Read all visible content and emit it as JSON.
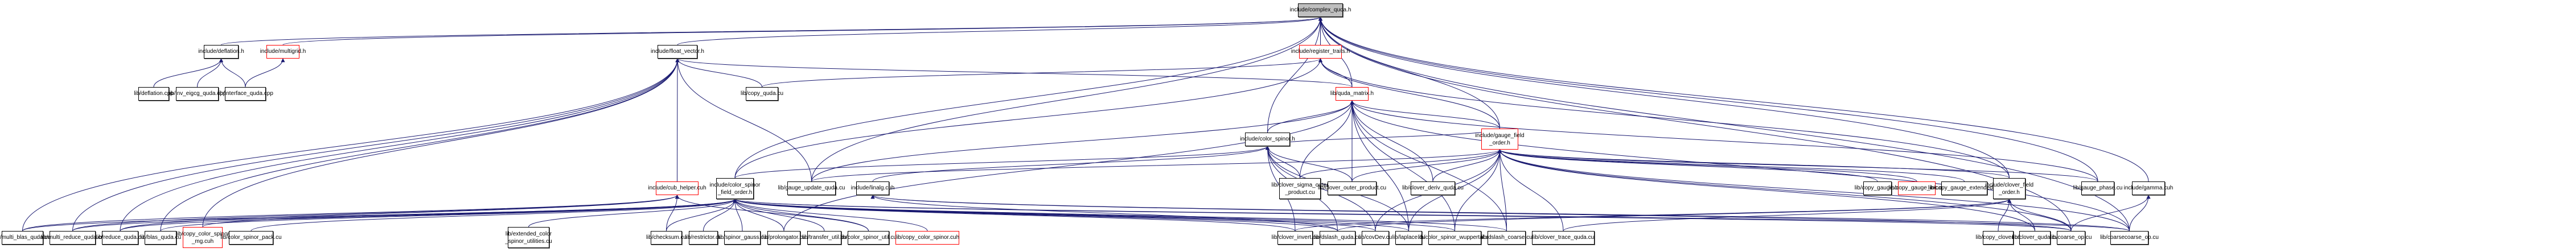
{
  "title": "include/complex_quda.h included-by graph",
  "colors": {
    "edge": "#191970",
    "root_fill": "#bfbfbf",
    "border": "#000000",
    "incomplete_border": "#ff0000"
  },
  "nodes": [
    {
      "id": "complex_quda",
      "label": "include/complex_quda.h",
      "style": "root"
    },
    {
      "id": "deflation_h",
      "label": "include/deflation.h",
      "style": "normal"
    },
    {
      "id": "multigrid_h",
      "label": "include/multigrid.h",
      "style": "red"
    },
    {
      "id": "float_vector_h",
      "label": "include/float_vector.h",
      "style": "normal"
    },
    {
      "id": "register_traits_h",
      "label": "include/register_traits.h",
      "style": "red"
    },
    {
      "id": "deflation_cpp",
      "label": "lib/deflation.cpp",
      "style": "normal"
    },
    {
      "id": "inv_eigcg_quda_cpp",
      "label": "lib/inv_eigcg_quda.cpp",
      "style": "normal"
    },
    {
      "id": "interface_quda_cpp",
      "label": "lib/interface_quda.cpp",
      "style": "normal"
    },
    {
      "id": "copy_quda_cu",
      "label": "lib/copy_quda.cu",
      "style": "normal"
    },
    {
      "id": "quda_matrix_h",
      "label": "lib/quda_matrix.h",
      "style": "red"
    },
    {
      "id": "color_spinor_h",
      "label": "include/color_spinor.h",
      "style": "normal"
    },
    {
      "id": "gauge_field_order_h",
      "label": "include/gauge_field\n_order.h",
      "style": "red"
    },
    {
      "id": "cub_helper_cuh",
      "label": "include/cub_helper.cuh",
      "style": "red"
    },
    {
      "id": "color_spinor_field_order_h",
      "label": "include/color_spinor\n_field_order.h",
      "style": "normal"
    },
    {
      "id": "gauge_update_quda_cu",
      "label": "lib/gauge_update_quda.cu",
      "style": "normal"
    },
    {
      "id": "linalg_cuh",
      "label": "include/linalg.cuh",
      "style": "normal"
    },
    {
      "id": "clover_sigma_outer_product_cu",
      "label": "lib/clover_sigma_outer\n_product.cu",
      "style": "normal"
    },
    {
      "id": "clover_outer_product_cu",
      "label": "lib/clover_outer_product.cu",
      "style": "normal"
    },
    {
      "id": "clover_deriv_quda_cu",
      "label": "lib/clover_deriv_quda.cu",
      "style": "normal"
    },
    {
      "id": "copy_gauge_cu",
      "label": "lib/copy_gauge.cu",
      "style": "normal"
    },
    {
      "id": "copy_gauge_inc_cu",
      "label": "lib/copy_gauge_inc.cu",
      "style": "red"
    },
    {
      "id": "copy_gauge_extended_cu",
      "label": "lib/copy_gauge_extended.cu",
      "style": "normal"
    },
    {
      "id": "clover_field_order_h",
      "label": "include/clover_field\n_order.h",
      "style": "normal"
    },
    {
      "id": "gauge_phase_cu",
      "label": "lib/gauge_phase.cu",
      "style": "normal"
    },
    {
      "id": "gamma_cuh",
      "label": "include/gamma.cuh",
      "style": "normal"
    },
    {
      "id": "multi_blas_quda_cu",
      "label": "lib/multi_blas_quda.cu",
      "style": "normal"
    },
    {
      "id": "multi_reduce_quda_cu",
      "label": "lib/multi_reduce_quda.cu",
      "style": "normal"
    },
    {
      "id": "reduce_quda_cu",
      "label": "lib/reduce_quda.cu",
      "style": "normal"
    },
    {
      "id": "blas_quda_cu",
      "label": "lib/blas_quda.cu",
      "style": "normal"
    },
    {
      "id": "copy_color_spinor_mg_cuh",
      "label": "lib/copy_color_spinor\n_mg.cuh",
      "style": "red"
    },
    {
      "id": "color_spinor_pack_cu",
      "label": "lib/color_spinor_pack.cu",
      "style": "normal"
    },
    {
      "id": "extended_color_spinor_utilities_cu",
      "label": "lib/extended_color\n_spinor_utilities.cu",
      "style": "normal"
    },
    {
      "id": "checksum_cu",
      "label": "lib/checksum.cu",
      "style": "normal"
    },
    {
      "id": "restrictor_cu",
      "label": "lib/restrictor.cu",
      "style": "normal"
    },
    {
      "id": "spinor_gauss_cu",
      "label": "lib/spinor_gauss.cu",
      "style": "normal"
    },
    {
      "id": "prolongator_cu",
      "label": "lib/prolongator.cu",
      "style": "normal"
    },
    {
      "id": "transfer_util_cu",
      "label": "lib/transfer_util.cu",
      "style": "normal"
    },
    {
      "id": "color_spinor_util_cu",
      "label": "lib/color_spinor_util.cu",
      "style": "normal"
    },
    {
      "id": "copy_color_spinor_cuh",
      "label": "lib/copy_color_spinor.cuh",
      "style": "red"
    },
    {
      "id": "clover_invert_cu",
      "label": "lib/clover_invert.cu",
      "style": "normal"
    },
    {
      "id": "dslash_quda_cu",
      "label": "lib/dslash_quda.cu",
      "style": "normal"
    },
    {
      "id": "covDev_cu",
      "label": "lib/covDev.cu",
      "style": "normal"
    },
    {
      "id": "laplace_cu",
      "label": "lib/laplace.cu",
      "style": "normal"
    },
    {
      "id": "color_spinor_wuppertal_cu",
      "label": "lib/color_spinor_wuppertal.cu",
      "style": "normal"
    },
    {
      "id": "dslash_coarse_cu",
      "label": "lib/dslash_coarse.cu",
      "style": "normal"
    },
    {
      "id": "clover_trace_quda_cu",
      "label": "lib/clover_trace_quda.cu",
      "style": "normal"
    },
    {
      "id": "copy_clover_cu",
      "label": "lib/copy_clover.cu",
      "style": "normal"
    },
    {
      "id": "clover_quda_cu",
      "label": "lib/clover_quda.cu",
      "style": "normal"
    },
    {
      "id": "coarse_op_cu",
      "label": "lib/coarse_op.cu",
      "style": "normal"
    },
    {
      "id": "coarsecoarse_op_cu",
      "label": "lib/coarsecoarse_op.cu",
      "style": "normal"
    }
  ],
  "edges": [
    [
      "deflation_h",
      "complex_quda"
    ],
    [
      "multigrid_h",
      "complex_quda"
    ],
    [
      "float_vector_h",
      "complex_quda"
    ],
    [
      "register_traits_h",
      "complex_quda"
    ],
    [
      "quda_matrix_h",
      "complex_quda"
    ],
    [
      "color_spinor_h",
      "complex_quda"
    ],
    [
      "gauge_field_order_h",
      "complex_quda"
    ],
    [
      "color_spinor_field_order_h",
      "complex_quda"
    ],
    [
      "gauge_update_quda_cu",
      "complex_quda"
    ],
    [
      "gauge_phase_cu",
      "complex_quda"
    ],
    [
      "gamma_cuh",
      "complex_quda"
    ],
    [
      "coarse_op_cu",
      "complex_quda"
    ],
    [
      "coarsecoarse_op_cu",
      "complex_quda"
    ],
    [
      "clover_field_order_h",
      "complex_quda"
    ],
    [
      "deflation_cpp",
      "deflation_h"
    ],
    [
      "inv_eigcg_quda_cpp",
      "deflation_h"
    ],
    [
      "interface_quda_cpp",
      "deflation_h"
    ],
    [
      "interface_quda_cpp",
      "multigrid_h"
    ],
    [
      "multi_blas_quda_cu",
      "float_vector_h"
    ],
    [
      "multi_reduce_quda_cu",
      "float_vector_h"
    ],
    [
      "reduce_quda_cu",
      "float_vector_h"
    ],
    [
      "blas_quda_cu",
      "float_vector_h"
    ],
    [
      "cub_helper_cuh",
      "float_vector_h"
    ],
    [
      "copy_quda_cu",
      "float_vector_h"
    ],
    [
      "gauge_update_quda_cu",
      "float_vector_h"
    ],
    [
      "quda_matrix_h",
      "float_vector_h"
    ],
    [
      "copy_color_spinor_mg_cuh",
      "float_vector_h"
    ],
    [
      "quda_matrix_h",
      "register_traits_h"
    ],
    [
      "gauge_field_order_h",
      "register_traits_h"
    ],
    [
      "color_spinor_field_order_h",
      "register_traits_h"
    ],
    [
      "clover_field_order_h",
      "register_traits_h"
    ],
    [
      "copy_quda_cu",
      "register_traits_h"
    ],
    [
      "color_spinor_h",
      "quda_matrix_h"
    ],
    [
      "gauge_field_order_h",
      "quda_matrix_h"
    ],
    [
      "clover_sigma_outer_product_cu",
      "quda_matrix_h"
    ],
    [
      "clover_outer_product_cu",
      "quda_matrix_h"
    ],
    [
      "clover_deriv_quda_cu",
      "quda_matrix_h"
    ],
    [
      "gauge_update_quda_cu",
      "quda_matrix_h"
    ],
    [
      "color_spinor_wuppertal_cu",
      "quda_matrix_h"
    ],
    [
      "laplace_cu",
      "quda_matrix_h"
    ],
    [
      "gauge_phase_cu",
      "quda_matrix_h"
    ],
    [
      "coarsecoarse_op_cu",
      "quda_matrix_h"
    ],
    [
      "dslash_coarse_cu",
      "quda_matrix_h"
    ],
    [
      "prolongator_cu",
      "quda_matrix_h"
    ],
    [
      "color_spinor_field_order_h",
      "color_spinor_h"
    ],
    [
      "linalg_cuh",
      "color_spinor_h"
    ],
    [
      "clover_sigma_outer_product_cu",
      "color_spinor_h"
    ],
    [
      "clover_outer_product_cu",
      "color_spinor_h"
    ],
    [
      "clover_invert_cu",
      "color_spinor_h"
    ],
    [
      "dslash_quda_cu",
      "color_spinor_h"
    ],
    [
      "covDev_cu",
      "color_spinor_h"
    ],
    [
      "laplace_cu",
      "color_spinor_h"
    ],
    [
      "gauge_field_order_h",
      "color_spinor_h"
    ],
    [
      "clover_sigma_outer_product_cu",
      "gauge_field_order_h"
    ],
    [
      "clover_outer_product_cu",
      "gauge_field_order_h"
    ],
    [
      "clover_deriv_quda_cu",
      "gauge_field_order_h"
    ],
    [
      "copy_gauge_cu",
      "gauge_field_order_h"
    ],
    [
      "copy_gauge_inc_cu",
      "gauge_field_order_h"
    ],
    [
      "copy_gauge_extended_cu",
      "gauge_field_order_h"
    ],
    [
      "clover_field_order_h",
      "gauge_field_order_h"
    ],
    [
      "gauge_phase_cu",
      "gauge_field_order_h"
    ],
    [
      "covDev_cu",
      "gauge_field_order_h"
    ],
    [
      "laplace_cu",
      "gauge_field_order_h"
    ],
    [
      "color_spinor_wuppertal_cu",
      "gauge_field_order_h"
    ],
    [
      "dslash_coarse_cu",
      "gauge_field_order_h"
    ],
    [
      "clover_trace_quda_cu",
      "gauge_field_order_h"
    ],
    [
      "coarse_op_cu",
      "gauge_field_order_h"
    ],
    [
      "coarsecoarse_op_cu",
      "gauge_field_order_h"
    ],
    [
      "clover_quda_cu",
      "gauge_field_order_h"
    ],
    [
      "gauge_update_quda_cu",
      "gauge_field_order_h"
    ],
    [
      "multi_blas_quda_cu",
      "cub_helper_cuh"
    ],
    [
      "multi_reduce_quda_cu",
      "cub_helper_cuh"
    ],
    [
      "reduce_quda_cu",
      "cub_helper_cuh"
    ],
    [
      "checksum_cu",
      "cub_helper_cuh"
    ],
    [
      "color_spinor_util_cu",
      "cub_helper_cuh"
    ],
    [
      "multi_blas_quda_cu",
      "color_spinor_field_order_h"
    ],
    [
      "multi_reduce_quda_cu",
      "color_spinor_field_order_h"
    ],
    [
      "reduce_quda_cu",
      "color_spinor_field_order_h"
    ],
    [
      "blas_quda_cu",
      "color_spinor_field_order_h"
    ],
    [
      "copy_color_spinor_mg_cuh",
      "color_spinor_field_order_h"
    ],
    [
      "color_spinor_pack_cu",
      "color_spinor_field_order_h"
    ],
    [
      "extended_color_spinor_utilities_cu",
      "color_spinor_field_order_h"
    ],
    [
      "checksum_cu",
      "color_spinor_field_order_h"
    ],
    [
      "restrictor_cu",
      "color_spinor_field_order_h"
    ],
    [
      "spinor_gauss_cu",
      "color_spinor_field_order_h"
    ],
    [
      "prolongator_cu",
      "color_spinor_field_order_h"
    ],
    [
      "transfer_util_cu",
      "color_spinor_field_order_h"
    ],
    [
      "color_spinor_util_cu",
      "color_spinor_field_order_h"
    ],
    [
      "copy_color_spinor_cuh",
      "color_spinor_field_order_h"
    ],
    [
      "clover_invert_cu",
      "color_spinor_field_order_h"
    ],
    [
      "dslash_quda_cu",
      "color_spinor_field_order_h"
    ],
    [
      "covDev_cu",
      "color_spinor_field_order_h"
    ],
    [
      "laplace_cu",
      "color_spinor_field_order_h"
    ],
    [
      "color_spinor_wuppertal_cu",
      "color_spinor_field_order_h"
    ],
    [
      "dslash_coarse_cu",
      "color_spinor_field_order_h"
    ],
    [
      "coarse_op_cu",
      "color_spinor_field_order_h"
    ],
    [
      "coarsecoarse_op_cu",
      "color_spinor_field_order_h"
    ],
    [
      "dslash_quda_cu",
      "linalg_cuh"
    ],
    [
      "coarse_op_cu",
      "linalg_cuh"
    ],
    [
      "coarsecoarse_op_cu",
      "linalg_cuh"
    ],
    [
      "copy_clover_cu",
      "clover_field_order_h"
    ],
    [
      "clover_quda_cu",
      "clover_field_order_h"
    ],
    [
      "coarse_op_cu",
      "clover_field_order_h"
    ],
    [
      "clover_invert_cu",
      "clover_field_order_h"
    ],
    [
      "clover_trace_quda_cu",
      "clover_field_order_h"
    ],
    [
      "dslash_quda_cu",
      "clover_field_order_h"
    ],
    [
      "coarse_op_cu",
      "gamma_cuh"
    ],
    [
      "coarsecoarse_op_cu",
      "gamma_cuh"
    ]
  ]
}
